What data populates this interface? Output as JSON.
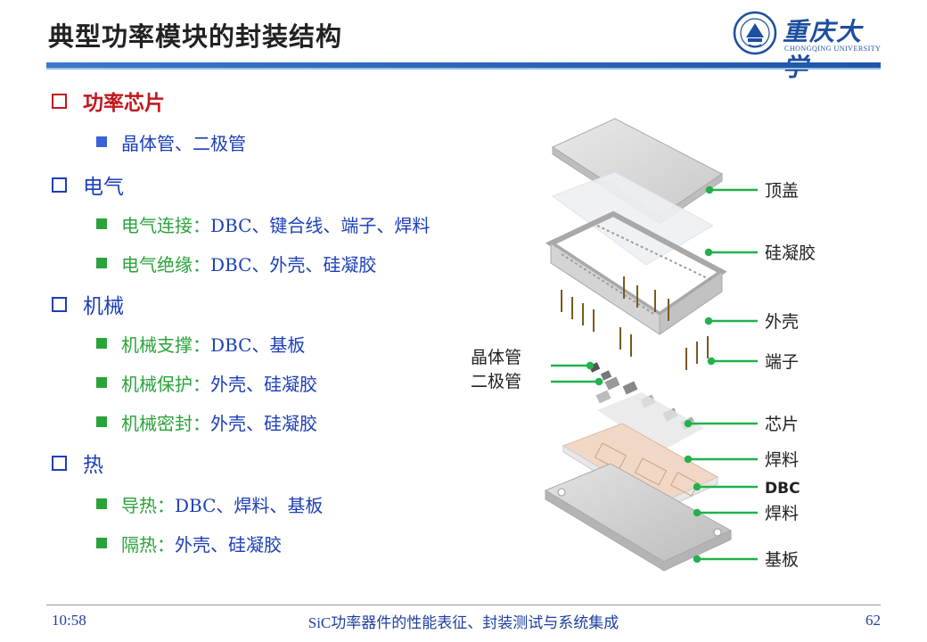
{
  "slide": {
    "title": "典型功率模块的封装结构",
    "logo": {
      "name": "重庆大学",
      "english": "CHONGQING UNIVERSITY"
    }
  },
  "outline": [
    {
      "heading": "功率芯片",
      "style": "red",
      "items": [
        {
          "label": "晶体管、二极管",
          "rest": "",
          "color": "blue"
        }
      ]
    },
    {
      "heading": "电气",
      "style": "blue",
      "items": [
        {
          "label": "电气连接：",
          "rest": "DBC、键合线、端子、焊料",
          "color": "green"
        },
        {
          "label": "电气绝缘：",
          "rest": "DBC、外壳、硅凝胶",
          "color": "green"
        }
      ]
    },
    {
      "heading": "机械",
      "style": "blue",
      "items": [
        {
          "label": "机械支撑：",
          "rest": "DBC、基板",
          "color": "green"
        },
        {
          "label": "机械保护：",
          "rest": "外壳、硅凝胶",
          "color": "green"
        },
        {
          "label": "机械密封：",
          "rest": "外壳、硅凝胶",
          "color": "green"
        }
      ]
    },
    {
      "heading": "热",
      "style": "blue",
      "items": [
        {
          "label": "导热：",
          "rest": "DBC、焊料、基板",
          "color": "green"
        },
        {
          "label": "隔热：",
          "rest": "外壳、硅凝胶",
          "color": "green"
        }
      ]
    }
  ],
  "diagram": {
    "labels_right": [
      "顶盖",
      "硅凝胶",
      "外壳",
      "端子",
      "芯片",
      "焊料",
      "DBC",
      "焊料",
      "基板"
    ],
    "labels_left": [
      "晶体管",
      "二极管"
    ]
  },
  "footer": {
    "time": "10:58",
    "center": "SiC功率器件的性能表征、封装测试与系统集成",
    "page": "62"
  },
  "colors": {
    "accent_blue": "#1d3fb8",
    "accent_red": "#c0181e",
    "accent_green": "#2aa33a",
    "leader_green": "#22b14c"
  }
}
